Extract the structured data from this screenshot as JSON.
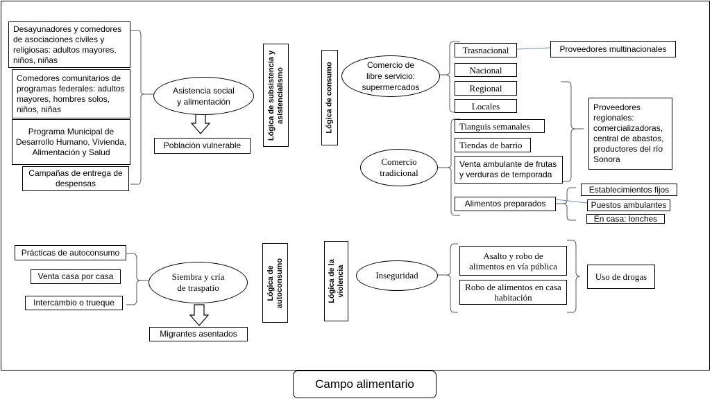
{
  "diagram": {
    "caption": "Campo alimentario",
    "subsistencia": {
      "logic_label": "Lógica de subsistencia y asistencialismo",
      "hub": "Asistencia social y alimentación",
      "items": [
        "Desayunadores y comedores de asociaciones civiles y religiosas: adultos mayores, niños, niñas",
        "Comedores comunitarios de programas federales: adultos mayores, hombres solos, niños, niñas",
        "Programa Municipal de Desarrollo Humano, Vivienda, Alimentación y Salud",
        "Campañas de entrega de despensas"
      ],
      "result": "Población vulnerable"
    },
    "consumo": {
      "logic_label": "Lógica de consumo",
      "supermercados": {
        "hub": "Comercio de libre servicio: supermercados",
        "items": [
          "Trasnacional",
          "Nacional",
          "Regional",
          "Locales"
        ],
        "provider": "Proveedores multinacionales"
      },
      "tradicional": {
        "hub": "Comercio tradicional",
        "items": [
          "Tianguis semanales",
          "Tiendas de barrio",
          "Venta ambulante de frutas y verduras de temporada",
          "Alimentos preparados"
        ],
        "prepared_types": [
          "Establecimientos fijos",
          "Puestos ambulantes",
          "En casa: lonches"
        ]
      },
      "regional_providers": "Proveedores regionales: comercializadoras, central de abastos, productores del río Sonora"
    },
    "autoconsumo": {
      "logic_label": "Lógica de autoconsumo",
      "hub": "Siembra y cría de traspatio",
      "items": [
        "Prácticas de autoconsumo",
        "Venta casa por casa",
        "Intercambio o trueque"
      ],
      "result": "Migrantes asentados"
    },
    "violencia": {
      "logic_label": "Lógica de la violencia",
      "hub": "Inseguridad",
      "items": [
        "Asalto y robo de alimentos en vía pública",
        "Robo de alimentos en casa habitación"
      ],
      "outcome": "Uso de drogas"
    }
  }
}
